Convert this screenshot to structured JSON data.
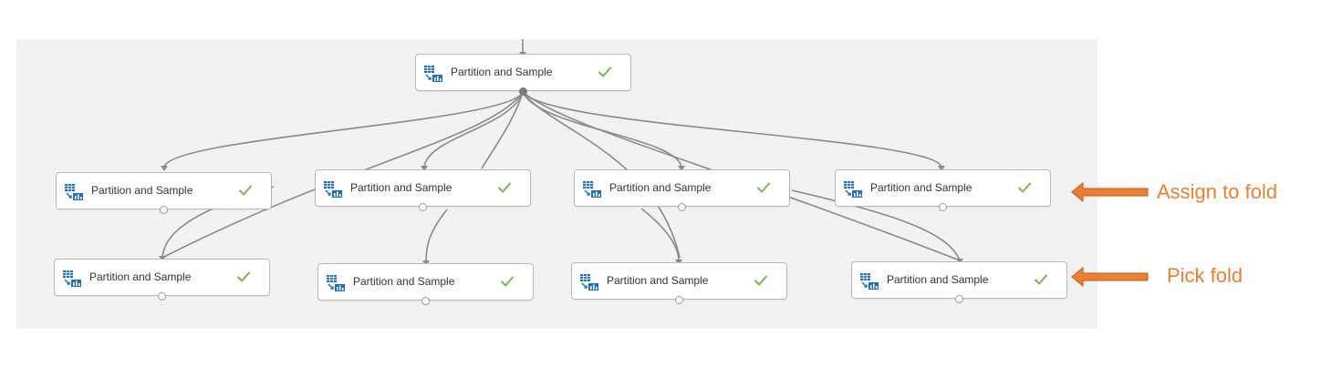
{
  "diagram": {
    "nodes": [
      {
        "id": "top",
        "label": "Partition and Sample",
        "status_icon": "check-icon"
      },
      {
        "id": "assign-1",
        "label": "Partition and Sample",
        "status_icon": "check-icon"
      },
      {
        "id": "assign-2",
        "label": "Partition and Sample",
        "status_icon": "check-icon"
      },
      {
        "id": "assign-3",
        "label": "Partition and Sample",
        "status_icon": "check-icon"
      },
      {
        "id": "assign-4",
        "label": "Partition and Sample",
        "status_icon": "check-icon"
      },
      {
        "id": "pick-1",
        "label": "Partition and Sample",
        "status_icon": "check-icon"
      },
      {
        "id": "pick-2",
        "label": "Partition and Sample",
        "status_icon": "check-icon"
      },
      {
        "id": "pick-3",
        "label": "Partition and Sample",
        "status_icon": "check-icon"
      },
      {
        "id": "pick-4",
        "label": "Partition and Sample",
        "status_icon": "check-icon"
      }
    ],
    "edges": [
      [
        "top",
        "assign-1"
      ],
      [
        "top",
        "assign-2"
      ],
      [
        "top",
        "assign-3"
      ],
      [
        "top",
        "assign-4"
      ],
      [
        "top",
        "pick-1"
      ],
      [
        "top",
        "pick-2"
      ],
      [
        "top",
        "pick-3"
      ],
      [
        "top",
        "pick-4"
      ],
      [
        "assign-1",
        "pick-1"
      ],
      [
        "assign-2",
        "pick-2"
      ],
      [
        "assign-3",
        "pick-3"
      ],
      [
        "assign-4",
        "pick-4"
      ]
    ]
  },
  "annotations": {
    "assign": "Assign to fold",
    "pick": "Pick fold"
  },
  "colors": {
    "annotation": "#ed7d31",
    "check": "#7ab648",
    "module_icon": "#1e6fb8",
    "canvas": "#f2f2f2",
    "edge": "#8a8a8a"
  }
}
